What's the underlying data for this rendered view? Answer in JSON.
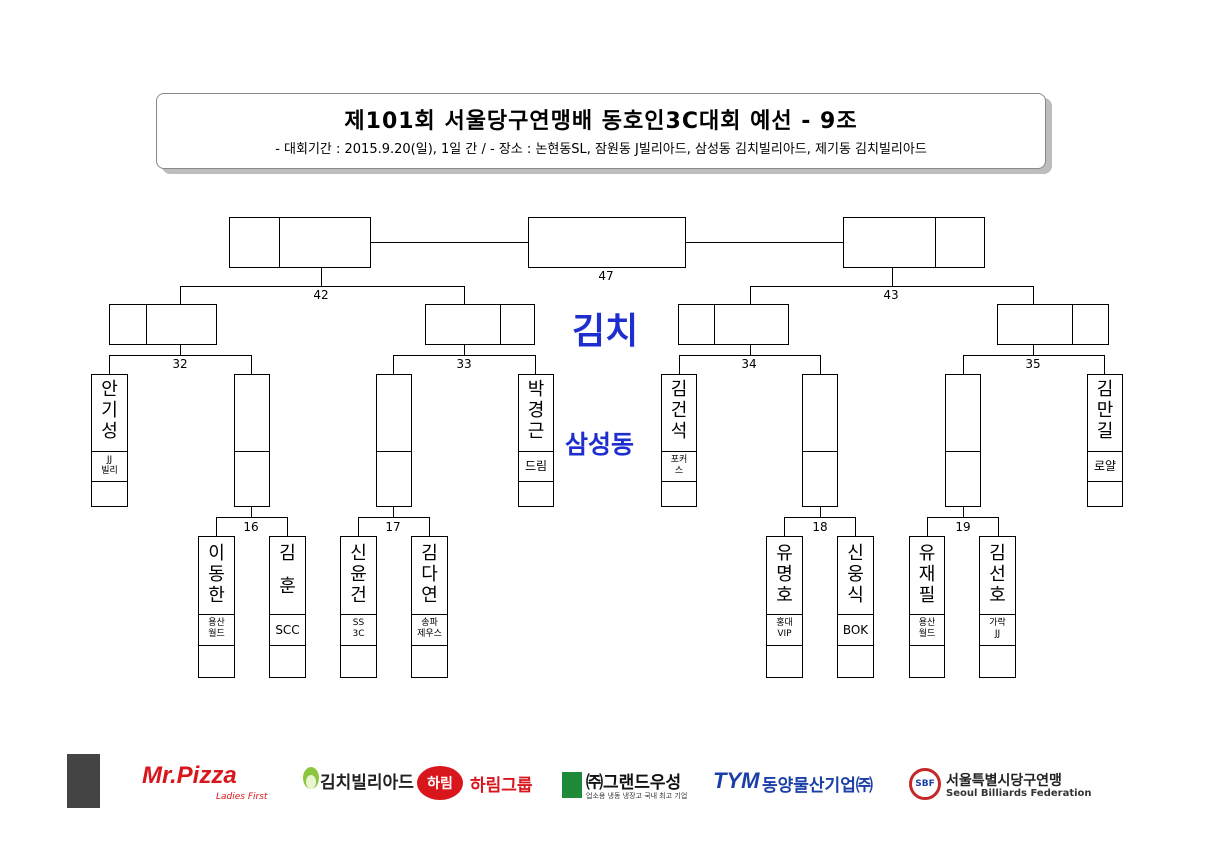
{
  "header": {
    "title": "제101회 서울당구연맹배 동호인3C대회 예선 - 9조",
    "subtitle": "- 대회기간 : 2015.9.20(일), 1일 간 / - 장소 : 논현동SL, 잠원동 J빌리아드, 삼성동 김치빌리아드, 제기동 김치빌리아드"
  },
  "venue": {
    "main": "김치",
    "sub": "삼성동"
  },
  "match_numbers": {
    "m47": "47",
    "m42": "42",
    "m43": "43",
    "m32": "32",
    "m33": "33",
    "m34": "34",
    "m35": "35",
    "m16": "16",
    "m17": "17",
    "m18": "18",
    "m19": "19"
  },
  "players": [
    {
      "name": "안기성",
      "club": "JJ 빌리"
    },
    {
      "name": "박경근",
      "club": "드림"
    },
    {
      "name": "김건석",
      "club": "포커 스"
    },
    {
      "name": "김만길",
      "club": "로얄"
    },
    {
      "name": "이동한",
      "club": "용산 월드"
    },
    {
      "name": "김훈",
      "club": "SCC"
    },
    {
      "name": "신윤건",
      "club": "SS 3C"
    },
    {
      "name": "김다연",
      "club": "송파 제우스"
    },
    {
      "name": "유명호",
      "club": "홍대 VIP"
    },
    {
      "name": "신웅식",
      "club": "BOK"
    },
    {
      "name": "유재필",
      "club": "용산 월드"
    },
    {
      "name": "김선호",
      "club": "가락 JJ"
    }
  ],
  "sponsors": {
    "mrpizza": "Mr.Pizza",
    "mrpizza_tag": "Ladies First",
    "kimchi": "김치빌리아드",
    "harim_badge": "하림",
    "harim": "하림그룹",
    "grand": "㈜그랜드우성",
    "grand_tag": "업소용 냉동 냉장고 국내 최고 기업",
    "tym_mark": "TYM",
    "tym": "동양물산기업㈜",
    "sbf_badge": "SBF",
    "sbf": "서울특별시당구연맹",
    "sbf_en": "Seoul Billiards Federation"
  },
  "colors": {
    "venue": "#1f2fcf",
    "mrpizza": "#d9161c",
    "harim": "#d9161c",
    "tym": "#1b3fa6",
    "grand": "#1f8a3a"
  }
}
